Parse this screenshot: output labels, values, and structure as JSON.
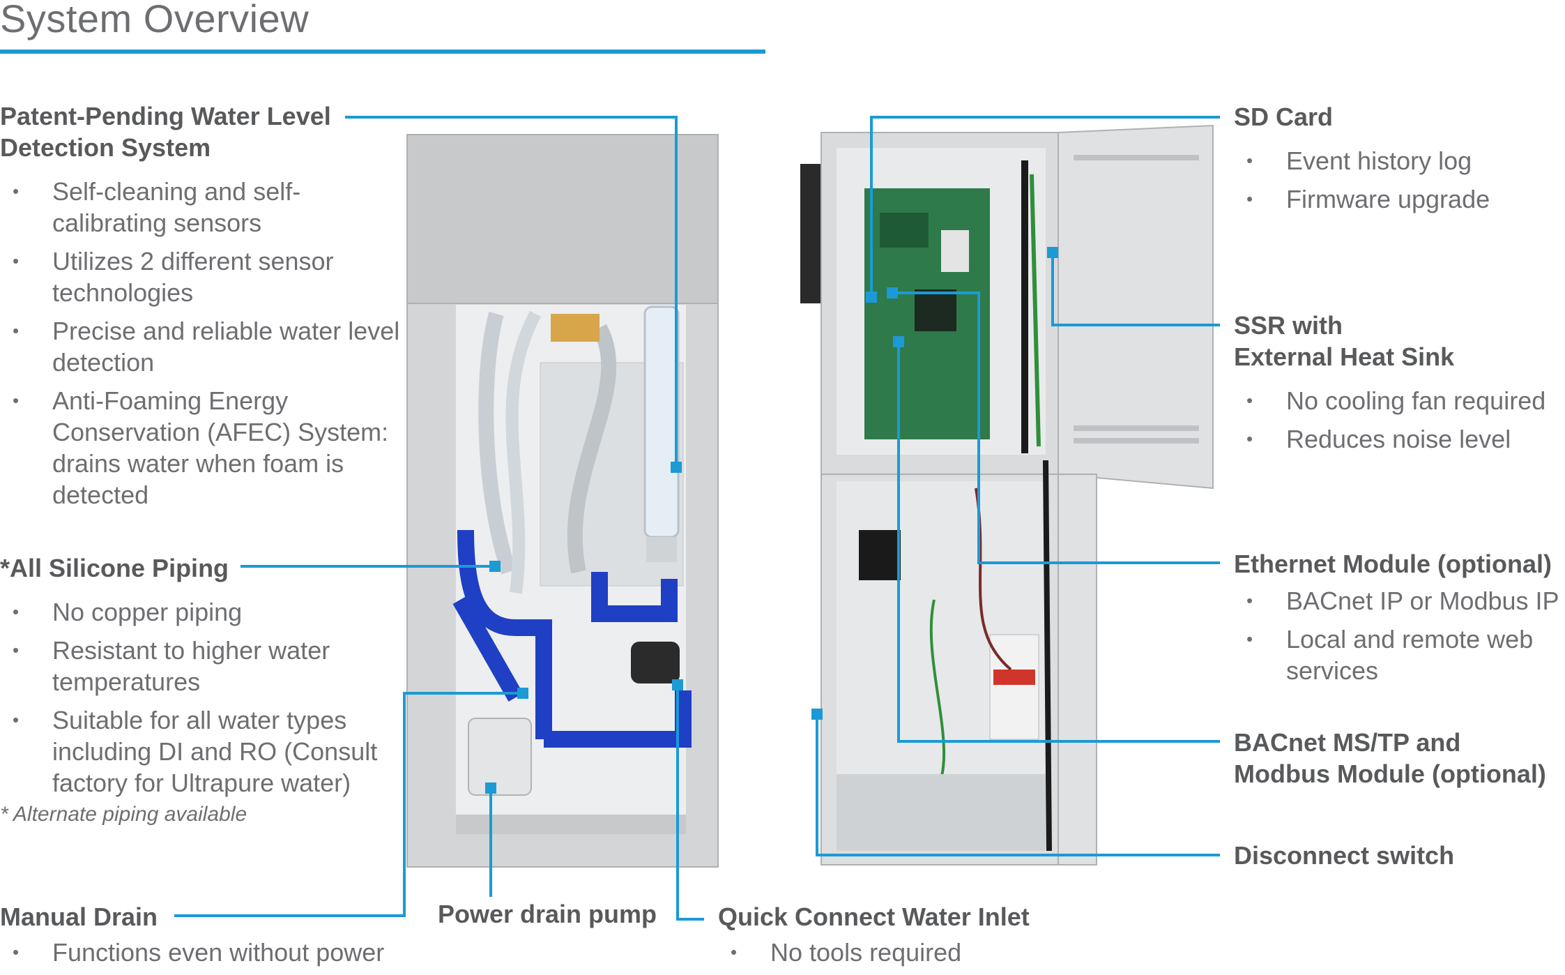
{
  "title": "System Overview",
  "colors": {
    "accent": "#1b9ad6",
    "heading": "#58595b",
    "body": "#6d6e71"
  },
  "left_callouts": [
    {
      "heading": [
        "Patent-Pending Water Level",
        "Detection System"
      ],
      "bullets": [
        "Self-cleaning and self-calibrating sensors",
        "Utilizes 2 different sensor technologies",
        "Precise and reliable water level detection",
        "Anti-Foaming Energy Conservation (AFEC) System: drains water when foam is detected"
      ]
    },
    {
      "heading": [
        "*All Silicone Piping"
      ],
      "bullets": [
        "No copper piping",
        "Resistant to higher water temperatures",
        "Suitable for all water types including DI and RO (Consult factory for Ultrapure water)"
      ],
      "note": "* Alternate piping available"
    },
    {
      "heading": [
        "Manual Drain"
      ],
      "bullets": [
        "Functions even without power"
      ]
    }
  ],
  "bottom_callouts": [
    {
      "heading": "Power drain pump"
    },
    {
      "heading": "Quick Connect Water Inlet",
      "bullets": [
        "No tools required"
      ]
    }
  ],
  "right_callouts": [
    {
      "heading": [
        "SD Card"
      ],
      "bullets": [
        "Event history log",
        "Firmware upgrade"
      ]
    },
    {
      "heading": [
        "SSR with",
        "External Heat Sink"
      ],
      "bullets": [
        "No cooling fan required",
        "Reduces noise level"
      ]
    },
    {
      "heading": [
        "Ethernet Module (optional)"
      ],
      "bullets": [
        "BACnet IP or Modbus IP",
        "Local and remote web services"
      ]
    },
    {
      "heading": [
        "BACnet MS/TP and",
        "Modbus Module (optional)"
      ]
    },
    {
      "heading": [
        "Disconnect switch"
      ]
    }
  ]
}
